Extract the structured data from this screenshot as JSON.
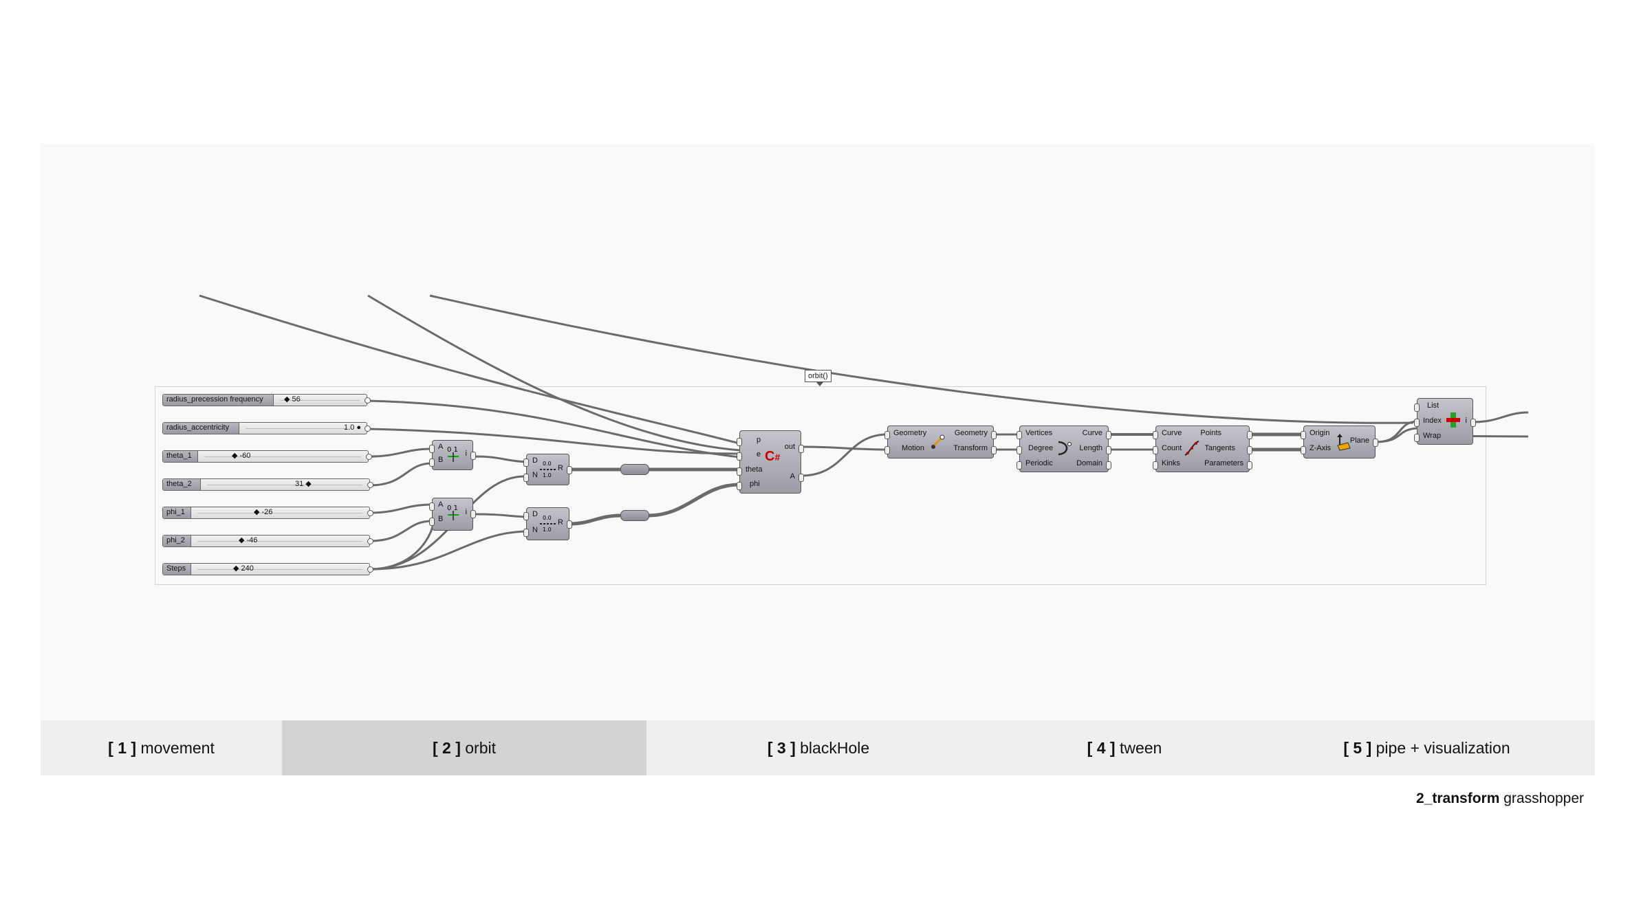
{
  "group": {
    "label": "orbit()"
  },
  "sliders": [
    {
      "name": "radius_precession frequency",
      "value": "◆ 56"
    },
    {
      "name": "radius_accentricity",
      "value": "1.0 ●"
    },
    {
      "name": "theta_1",
      "value": "◆ -60"
    },
    {
      "name": "theta_2",
      "value": "31 ◆"
    },
    {
      "name": "phi_1",
      "value": "◆ -26"
    },
    {
      "name": "phi_2",
      "value": "◆ -46"
    },
    {
      "name": "Steps",
      "value": "◆ 240"
    }
  ],
  "components": {
    "sub1": {
      "in": [
        "A",
        "B"
      ],
      "out": "i"
    },
    "sub2": {
      "in": [
        "A",
        "B"
      ],
      "out": "i"
    },
    "range1": {
      "in": [
        "D",
        "N"
      ],
      "out": "R"
    },
    "range2": {
      "in": [
        "D",
        "N"
      ],
      "out": "R"
    },
    "csharp": {
      "in": [
        "p",
        "e",
        "theta",
        "phi"
      ],
      "out": [
        "out",
        "A"
      ]
    },
    "transform": {
      "in": [
        "Geometry",
        "Motion"
      ],
      "out": [
        "Geometry",
        "Transform"
      ]
    },
    "polyline": {
      "in": [
        "Vertices",
        "Degree",
        "Periodic"
      ],
      "out": [
        "Curve",
        "Length",
        "Domain"
      ]
    },
    "divide": {
      "in": [
        "Curve",
        "Count",
        "Kinks"
      ],
      "out": [
        "Points",
        "Tangents",
        "Parameters"
      ]
    },
    "plane": {
      "in": [
        "Origin",
        "Z-Axis"
      ],
      "out": "Plane"
    },
    "listitem": {
      "in": [
        "List",
        "Index",
        "Wrap"
      ],
      "out": "i"
    }
  },
  "tabs": [
    {
      "num": "[ 1 ]",
      "label": "movement",
      "active": false
    },
    {
      "num": "[ 2 ]",
      "label": "orbit",
      "active": true
    },
    {
      "num": "[ 3 ]",
      "label": "blackHole",
      "active": false
    },
    {
      "num": "[ 4 ]",
      "label": "tween",
      "active": false
    },
    {
      "num": "[ 5 ]",
      "label": "pipe + visualization",
      "active": false
    }
  ],
  "footer": {
    "bold": "2_transform",
    "rest": " grasshopper"
  },
  "colors": {
    "wire": "#6a6a6a",
    "component": "#a9a9b2",
    "tab_active": "#d3d3d3",
    "tab_bar": "#efefef",
    "canvas": "#f9f9f9"
  }
}
